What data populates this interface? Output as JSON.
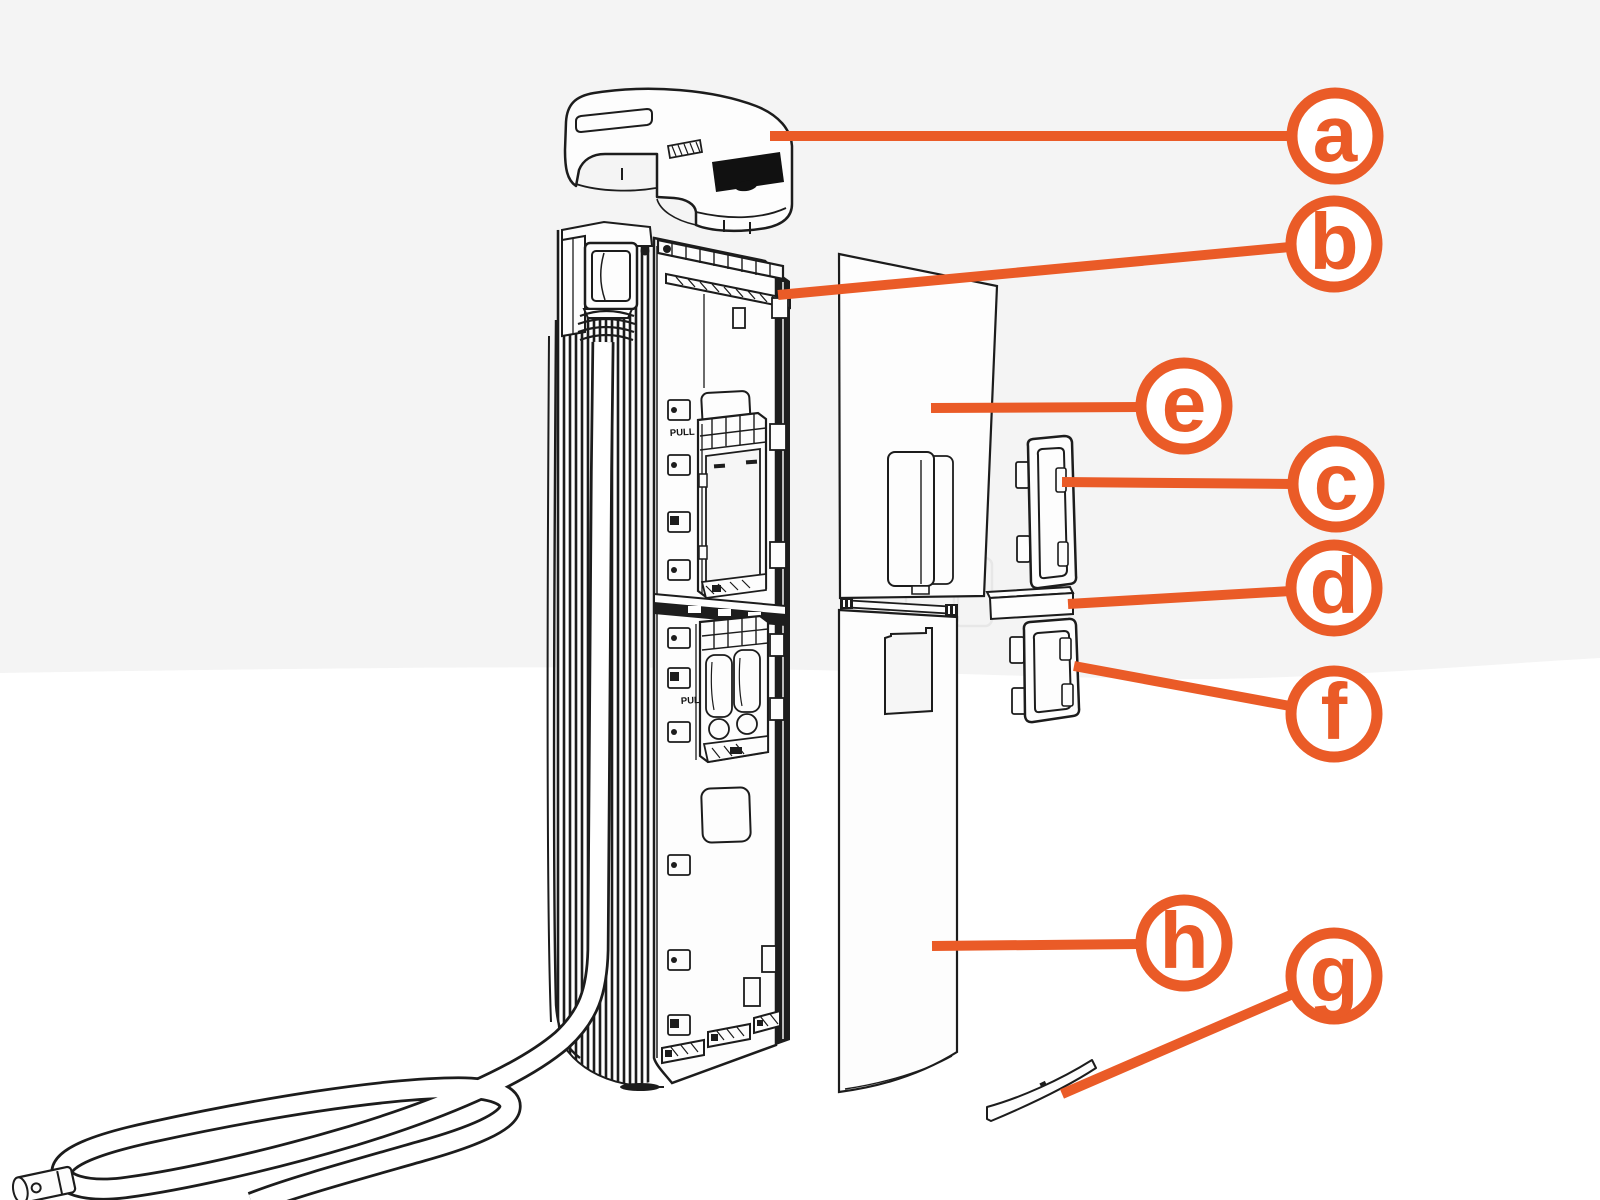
{
  "diagram": {
    "type": "exploded-parts-diagram",
    "accent_color": "#EA5B27",
    "line_color": "#1c1c1c",
    "background_upper": "#F4F4F4",
    "background_lower": "#FFFFFF",
    "callouts": [
      {
        "id": "a",
        "label": "a",
        "points_to": "top-cap"
      },
      {
        "id": "b",
        "label": "b",
        "points_to": "top-rail"
      },
      {
        "id": "e",
        "label": "e",
        "points_to": "front-panel-upper"
      },
      {
        "id": "c",
        "label": "c",
        "points_to": "upper-bezel-frame"
      },
      {
        "id": "d",
        "label": "d",
        "points_to": "middle-trim-strip"
      },
      {
        "id": "f",
        "label": "f",
        "points_to": "lower-bezel-frame"
      },
      {
        "id": "h",
        "label": "h",
        "points_to": "front-panel-lower"
      },
      {
        "id": "g",
        "label": "g",
        "points_to": "bottom-trim-strip"
      }
    ],
    "device_text": {
      "pull_upper": "PULL",
      "pull_lower": "PULL"
    }
  }
}
